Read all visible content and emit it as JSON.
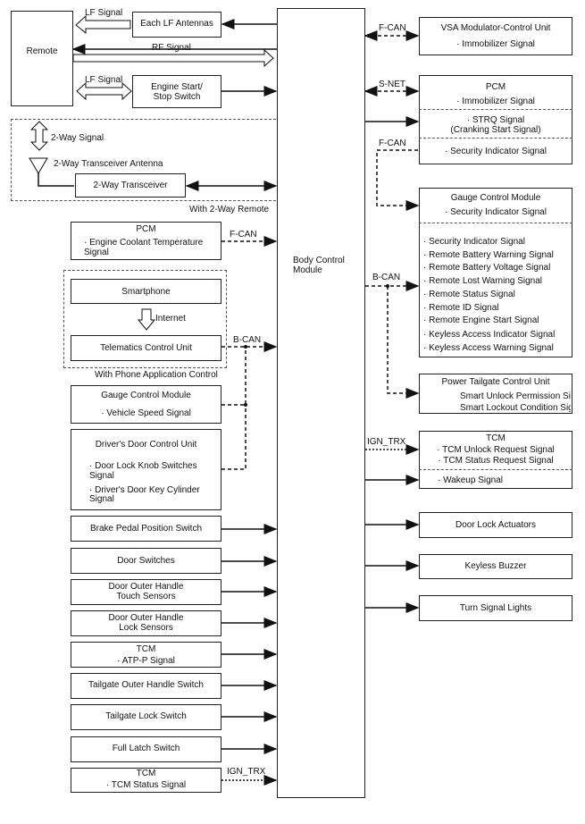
{
  "remote": {
    "label": "Remote",
    "lf_signal_1": "LF Signal",
    "rf_signal": "RF Signal",
    "lf_signal_2": "LF Signal"
  },
  "lf_antennas": "Each LF Antennas",
  "engine_start": {
    "line1": "Engine Start/",
    "line2": "Stop Switch"
  },
  "two_way": {
    "signal": "2-Way Signal",
    "antenna": "2-Way Transceiver Antenna",
    "transceiver": "2-Way Transceiver",
    "group_label": "With 2-Way Remote"
  },
  "pcm_left": {
    "title": "PCM",
    "line1": "· Engine Coolant Temperature",
    "line2": "Signal",
    "bus": "F-CAN"
  },
  "phone": {
    "smartphone": "Smartphone",
    "internet": "Internet",
    "telematics": "Telematics Control Unit",
    "bus": "B-CAN",
    "group_label": "With Phone Application Control"
  },
  "gauge_left": {
    "title": "Gauge Control Module",
    "line1": "· Vehicle Speed Signal"
  },
  "drivers_door": {
    "title": "Driver's Door Control Unit",
    "l1": "· Door Lock Knob Switches",
    "l2": "Signal",
    "l3": "· Driver's Door Key Cylinder",
    "l4": "Signal"
  },
  "left_inputs": [
    {
      "line1": "Brake Pedal Position Switch",
      "line2": ""
    },
    {
      "line1": "Door Switches",
      "line2": ""
    },
    {
      "line1": "Door Outer Handle",
      "line2": "Touch Sensors"
    },
    {
      "line1": "Door Outer Handle",
      "line2": "Lock Sensors"
    },
    {
      "line1": "TCM",
      "line2": "· ATP-P Signal"
    },
    {
      "line1": "Tailgate Outer Handle Switch",
      "line2": ""
    },
    {
      "line1": "Tailgate Lock Switch",
      "line2": ""
    },
    {
      "line1": "Full Latch Switch",
      "line2": ""
    },
    {
      "line1": "TCM",
      "line2": "· TCM Status Signal"
    }
  ],
  "ign_trx_left": "IGN_TRX",
  "bcm": {
    "line1": "Body Control",
    "line2": "Module"
  },
  "vsa": {
    "title": "VSA Modulator-Control Unit",
    "line1": "· Immobilizer Signal",
    "bus": "F-CAN"
  },
  "pcm_right": {
    "title": "PCM",
    "line1": "· Immobilizer Signal",
    "strq1": "· STRQ Signal",
    "strq2": "(Cranking Start Signal)",
    "security": "· Security Indicator Signal",
    "bus": "S-NET",
    "bus2": "F-CAN"
  },
  "gauge_right": {
    "title": "Gauge Control Module",
    "top": "· Security Indicator Signal",
    "items": [
      "· Security Indicator Signal",
      "· Remote Battery Warning Signal",
      "· Remote Battery Voltage Signal",
      "· Remote Lost Warning Signal",
      "· Remote Status Signal",
      "· Remote ID Signal",
      "· Remote Engine Start Signal",
      "· Keyless Access Indicator Signal",
      "· Keyless Access Warning Signal"
    ],
    "bus": "B-CAN"
  },
  "tailgate_ctrl": {
    "title": "Power Tailgate Control Unit",
    "l1": "Smart Unlock Permission Signal",
    "l2": "Smart Lockout Condition Signal"
  },
  "tcm_right": {
    "title": "TCM",
    "l1": "· TCM Unlock Request Signal",
    "l2": "· TCM Status Request Signal",
    "l3": "· Wakeup Signal",
    "bus": "IGN_TRX"
  },
  "outputs": [
    "Door Lock Actuators",
    "Keyless Buzzer",
    "Turn Signal Lights"
  ]
}
